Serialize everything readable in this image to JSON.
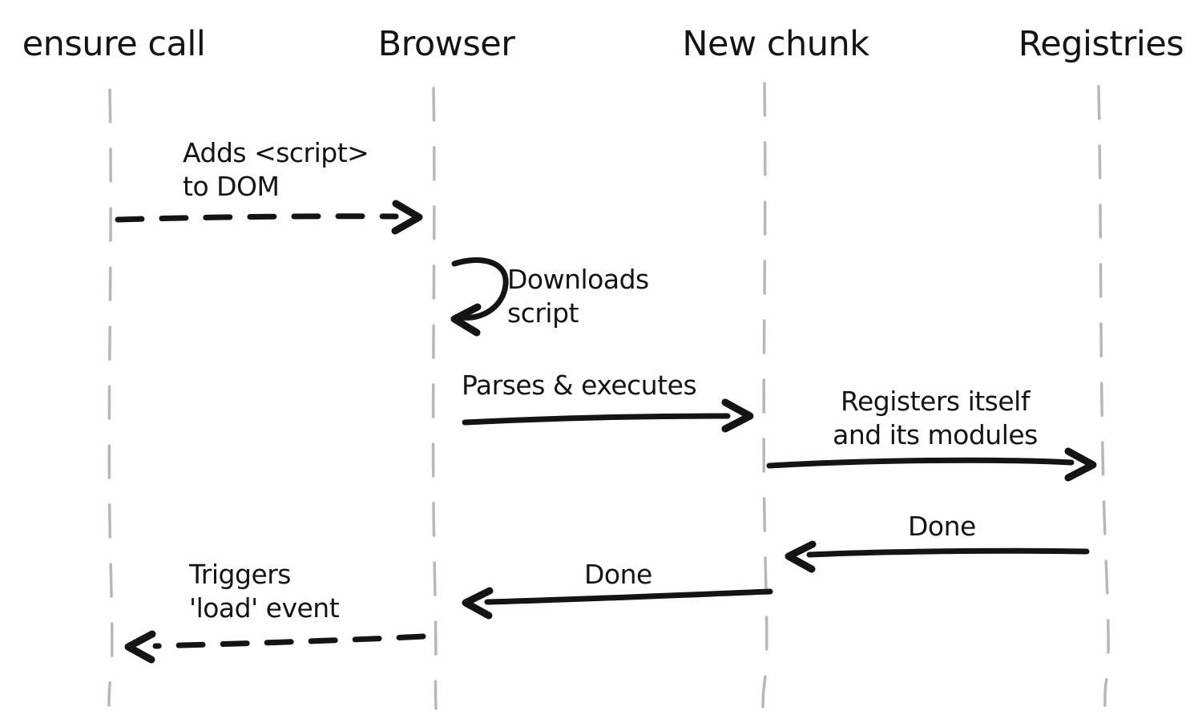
{
  "diagram": {
    "kind": "hand-drawn sequence diagram",
    "background_color": "#ffffff",
    "ink_color": "#141414",
    "lifeline_color": "#b7b7b7",
    "participants": [
      {
        "name": "ensure call"
      },
      {
        "name": "Browser"
      },
      {
        "name": "New chunk"
      },
      {
        "name": "Registries"
      }
    ],
    "messages": [
      {
        "from": "ensure call",
        "to": "Browser",
        "style": "dashed",
        "lines": [
          "Adds <script>",
          "to DOM"
        ]
      },
      {
        "from": "Browser",
        "to": "Browser",
        "style": "self-loop",
        "lines": [
          "Downloads",
          "script"
        ]
      },
      {
        "from": "Browser",
        "to": "New chunk",
        "style": "solid",
        "lines": [
          "Parses & executes"
        ]
      },
      {
        "from": "New chunk",
        "to": "Registries",
        "style": "solid",
        "lines": [
          "Registers itself",
          "and its modules"
        ]
      },
      {
        "from": "Registries",
        "to": "New chunk",
        "style": "solid",
        "lines": [
          "Done"
        ]
      },
      {
        "from": "New chunk",
        "to": "Browser",
        "style": "solid",
        "lines": [
          "Done"
        ]
      },
      {
        "from": "Browser",
        "to": "ensure call",
        "style": "dashed",
        "lines": [
          "Triggers",
          "'load' event"
        ]
      }
    ]
  }
}
